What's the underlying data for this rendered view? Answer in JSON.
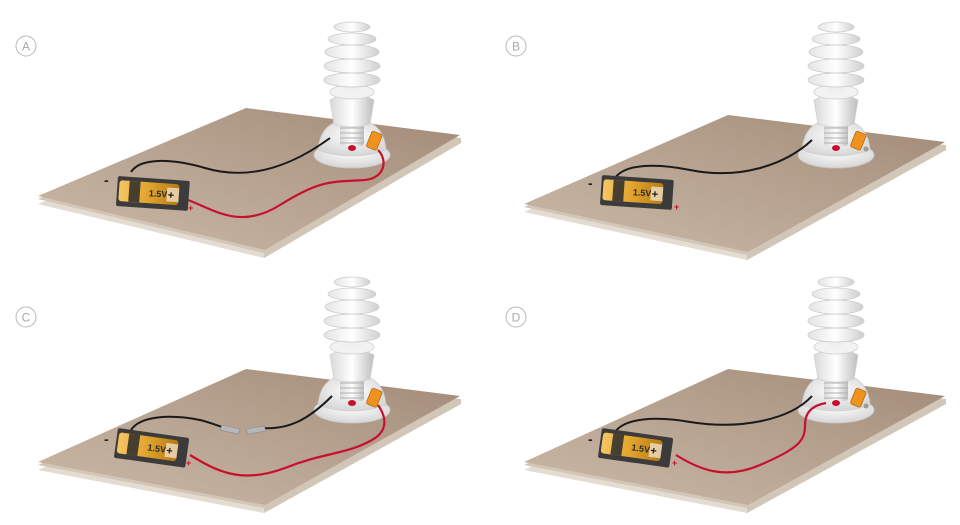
{
  "panels": [
    {
      "label": "A",
      "battery_voltage": "1.5V",
      "battery_minus": "-",
      "battery_plus": "+"
    },
    {
      "label": "B",
      "battery_voltage": "1.5V",
      "battery_minus": "-",
      "battery_plus": "+"
    },
    {
      "label": "C",
      "battery_voltage": "1.5V",
      "battery_minus": "-",
      "battery_plus": "+"
    },
    {
      "label": "D",
      "battery_voltage": "1.5V",
      "battery_minus": "-",
      "battery_plus": "+"
    }
  ],
  "colors": {
    "board_top": "#b49f8d",
    "board_top_light": "#cbb9a7",
    "board_edge": "#d2c6b8",
    "black_wire": "#1a1a1a",
    "red_wire": "#c8102e",
    "battery_gold": "#e0a32c",
    "battery_holder": "#3b3b3b",
    "switch_orange": "#f0921e",
    "bulb_white": "#f4f4f4",
    "label_gray": "#a9a9a9"
  }
}
